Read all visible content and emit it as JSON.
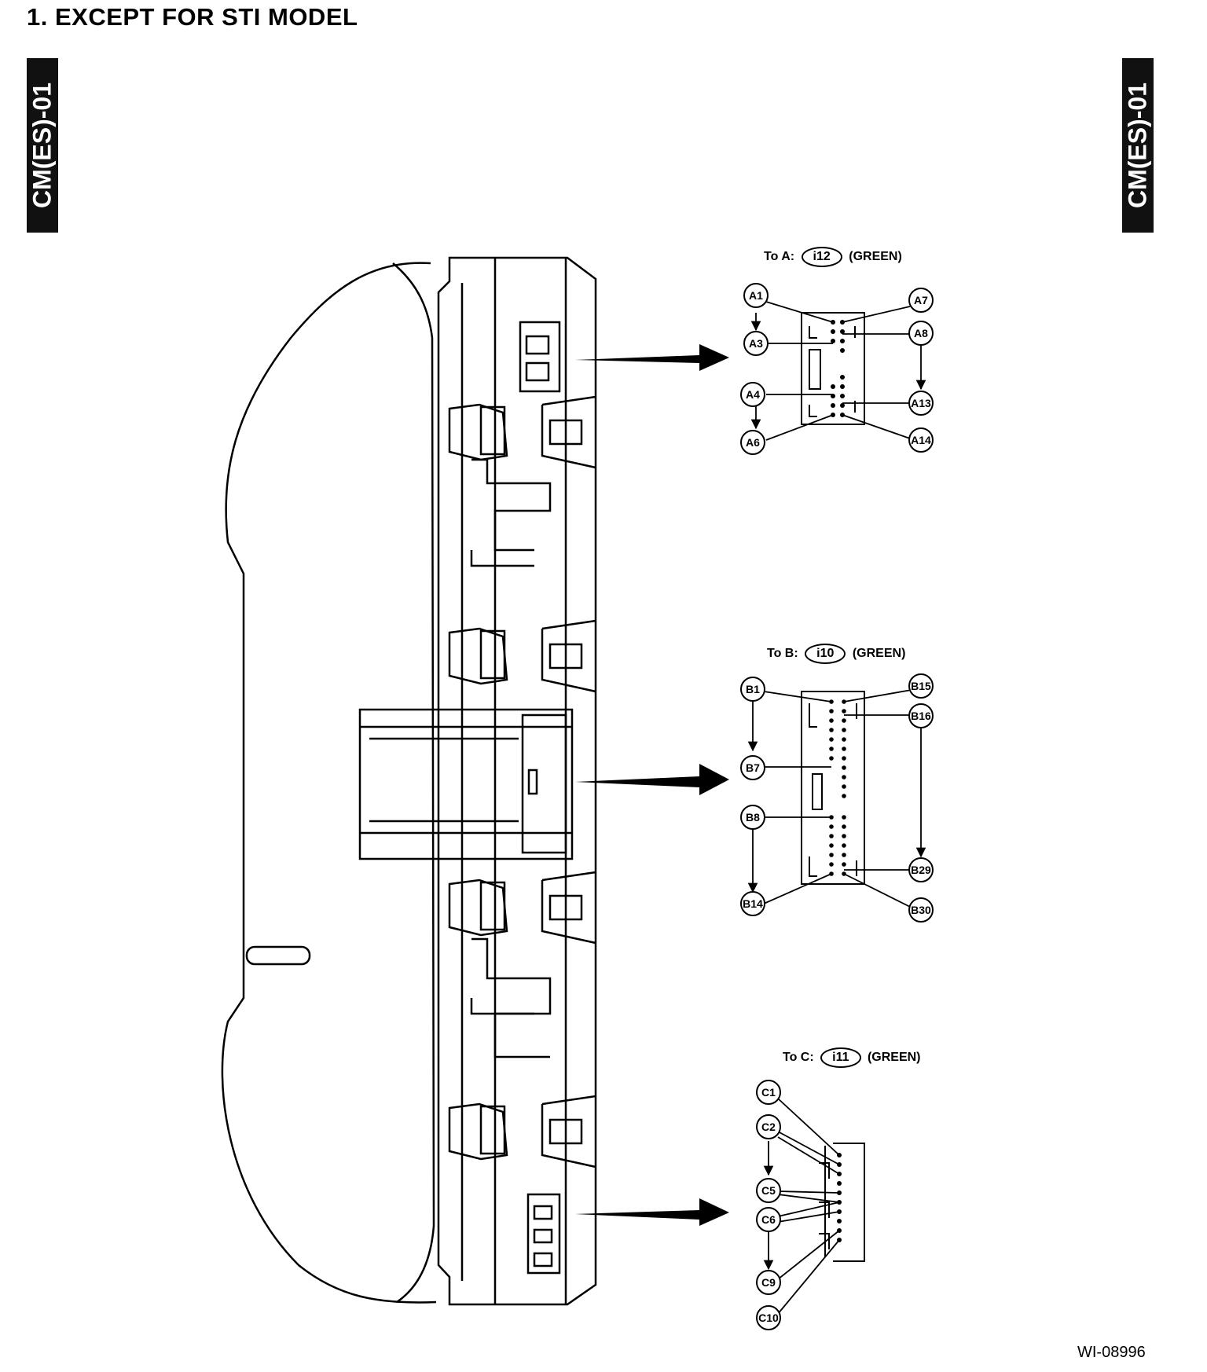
{
  "title": "1.  EXCEPT FOR STI MODEL",
  "side_tab_text": "CM(ES)-01",
  "figure_code": "WI-08996",
  "connectors": [
    {
      "prefix": "To A:",
      "code": "i12",
      "color": "(GREEN)",
      "pins_left": [
        "A1",
        "A3",
        "A4",
        "A6"
      ],
      "pins_right": [
        "A7",
        "A8",
        "A13",
        "A14"
      ]
    },
    {
      "prefix": "To B:",
      "code": "i10",
      "color": "(GREEN)",
      "pins_left": [
        "B1",
        "B7",
        "B8",
        "B14"
      ],
      "pins_right": [
        "B15",
        "B16",
        "B29",
        "B30"
      ]
    },
    {
      "prefix": "To C:",
      "code": "i11",
      "color": "(GREEN)",
      "pins_left": [
        "C1",
        "C2",
        "C5",
        "C6",
        "C9",
        "C10"
      ],
      "pins_right": []
    }
  ]
}
